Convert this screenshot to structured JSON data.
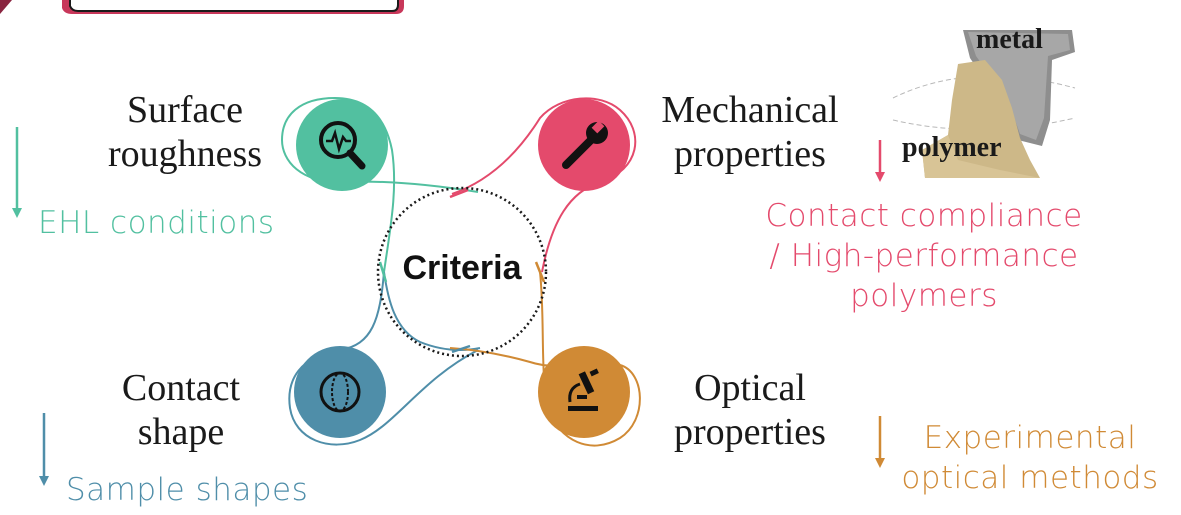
{
  "center_label": "Criteria",
  "colors": {
    "teal": "#52c0a0",
    "pink": "#e44a6c",
    "blue": "#4f8ea9",
    "orange": "#d08a35",
    "banner": "#c8375a"
  },
  "quadrants": {
    "top_left": {
      "title_line1": "Surface",
      "title_line2": "roughness",
      "icon": "magnifier-pulse-icon",
      "outcome": "EHL conditions"
    },
    "top_right": {
      "title_line1": "Mechanical",
      "title_line2": "properties",
      "icon": "wrench-icon",
      "outcome_line1": "Contact compliance",
      "outcome_line2": "/ High-performance",
      "outcome_line3": "polymers"
    },
    "bottom_left": {
      "title_line1": "Contact",
      "title_line2": "shape",
      "icon": "sphere-icon",
      "outcome": "Sample shapes"
    },
    "bottom_right": {
      "title_line1": "Optical",
      "title_line2": "properties",
      "icon": "microscope-icon",
      "outcome_line1": "Experimental",
      "outcome_line2": "optical methods"
    }
  },
  "inset": {
    "top_label": "metal",
    "bottom_label": "polymer"
  }
}
